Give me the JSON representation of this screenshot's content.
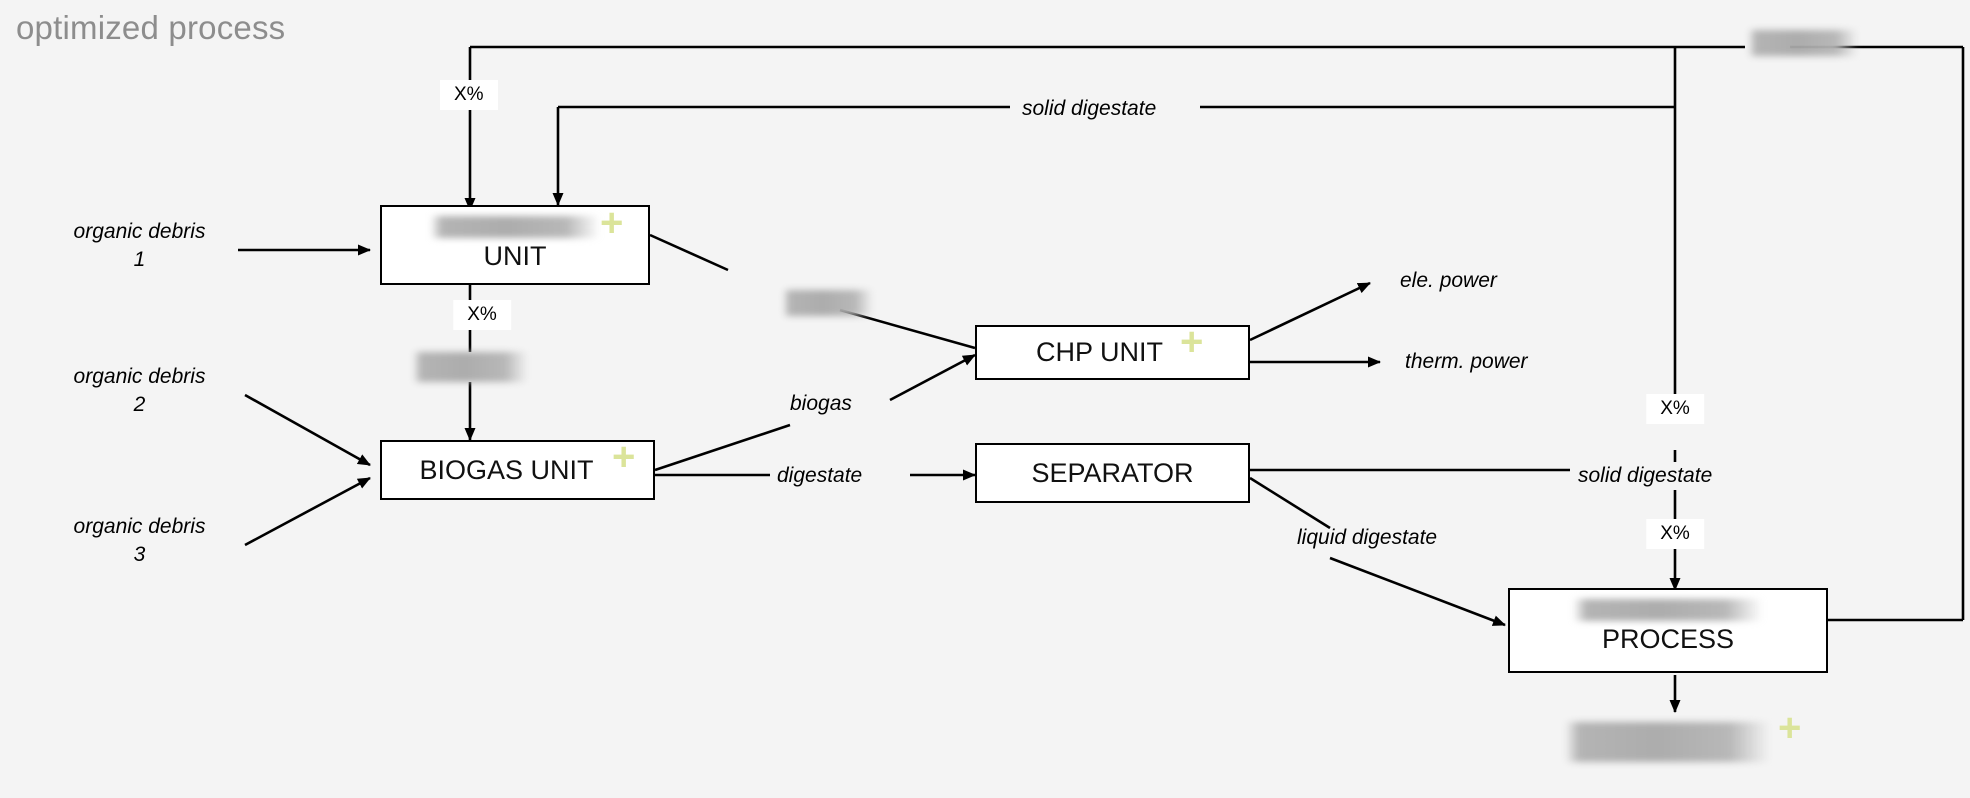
{
  "title": "optimized process",
  "colors": {
    "background": "#f4f4f4",
    "title": "#8d8d8d",
    "line": "#000000",
    "box_fill": "#ffffff",
    "plus": "#dbe49a",
    "redacted": "#b0b0b0"
  },
  "nodes": {
    "unit": {
      "label": "UNIT",
      "redacted_title": true,
      "has_plus": true
    },
    "biogas_unit": {
      "label": "BIOGAS UNIT",
      "redacted_title": false,
      "has_plus": true
    },
    "chp_unit": {
      "label": "CHP UNIT",
      "redacted_title": false,
      "has_plus": true
    },
    "separator": {
      "label": "SEPARATOR",
      "redacted_title": false,
      "has_plus": false
    },
    "process": {
      "label": "PROCESS",
      "redacted_title": true,
      "has_plus": false
    }
  },
  "inputs": [
    {
      "line1": "organic debris",
      "line2": "1"
    },
    {
      "line1": "organic debris",
      "line2": "2"
    },
    {
      "line1": "organic debris",
      "line2": "3"
    }
  ],
  "flows": {
    "solid_digestate_top": "solid digestate",
    "solid_digestate_right": "solid digestate",
    "liquid_digestate": "liquid digestate",
    "biogas": "biogas",
    "digestate": "digestate"
  },
  "outputs": {
    "ele_power": "ele. power",
    "therm_power": "therm. power"
  },
  "percent_chips": [
    {
      "id": "chip-unit-in",
      "value": "X%"
    },
    {
      "id": "chip-unit-out",
      "value": "X%"
    },
    {
      "id": "chip-right-upper",
      "value": "X%"
    },
    {
      "id": "chip-right-lower",
      "value": "X%"
    }
  ],
  "redacted_labels": [
    {
      "id": "redacted-top-right"
    },
    {
      "id": "redacted-mid-chain"
    },
    {
      "id": "redacted-biogas-feed"
    },
    {
      "id": "redacted-bottom-output"
    }
  ]
}
